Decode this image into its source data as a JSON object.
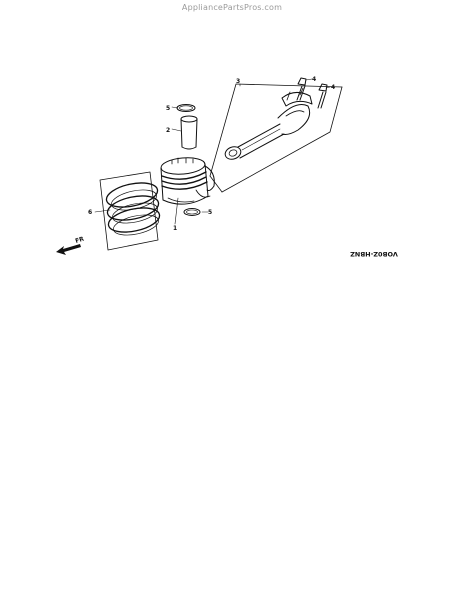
{
  "watermark": "AppliancePartsPros.com",
  "diagram_code": "VOB0Z-HBNZ",
  "direction_label": "FR",
  "callouts": {
    "ring_set": "6",
    "piston": "1",
    "piston_pin": "2",
    "pin_clip_upper": "5",
    "pin_clip_lower": "5",
    "connecting_rod": "3",
    "rod_bolt_a": "4",
    "rod_bolt_b": "4"
  }
}
